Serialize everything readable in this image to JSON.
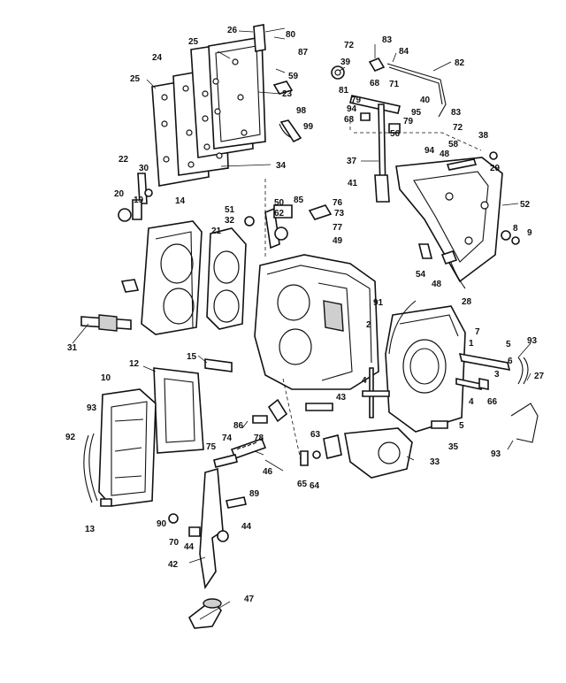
{
  "callouts": [
    {
      "id": "c26",
      "text": "26"
    },
    {
      "id": "c80",
      "text": "80"
    },
    {
      "id": "c25a",
      "text": "25"
    },
    {
      "id": "c87",
      "text": "87"
    },
    {
      "id": "c24",
      "text": "24"
    },
    {
      "id": "c59",
      "text": "59"
    },
    {
      "id": "c25b",
      "text": "25"
    },
    {
      "id": "c23",
      "text": "23"
    },
    {
      "id": "c98",
      "text": "98"
    },
    {
      "id": "c99",
      "text": "99"
    },
    {
      "id": "c72a",
      "text": "72"
    },
    {
      "id": "c83a",
      "text": "83"
    },
    {
      "id": "c84",
      "text": "84"
    },
    {
      "id": "c82",
      "text": "82"
    },
    {
      "id": "c39",
      "text": "39"
    },
    {
      "id": "c71",
      "text": "71"
    },
    {
      "id": "c68a",
      "text": "68"
    },
    {
      "id": "c81",
      "text": "81"
    },
    {
      "id": "c79a",
      "text": "79"
    },
    {
      "id": "c94a",
      "text": "94"
    },
    {
      "id": "c68b",
      "text": "68"
    },
    {
      "id": "c40",
      "text": "40"
    },
    {
      "id": "c95",
      "text": "95"
    },
    {
      "id": "c83b",
      "text": "83"
    },
    {
      "id": "c79b",
      "text": "79"
    },
    {
      "id": "c56",
      "text": "56"
    },
    {
      "id": "c72b",
      "text": "72"
    },
    {
      "id": "c94b",
      "text": "94"
    },
    {
      "id": "c38",
      "text": "38"
    },
    {
      "id": "c58",
      "text": "58"
    },
    {
      "id": "c48a",
      "text": "48"
    },
    {
      "id": "c29",
      "text": "29"
    },
    {
      "id": "c37",
      "text": "37"
    },
    {
      "id": "c22",
      "text": "22"
    },
    {
      "id": "c30",
      "text": "30"
    },
    {
      "id": "c34",
      "text": "34"
    },
    {
      "id": "c20",
      "text": "20"
    },
    {
      "id": "c19",
      "text": "19"
    },
    {
      "id": "c14",
      "text": "14"
    },
    {
      "id": "c41",
      "text": "41"
    },
    {
      "id": "c52",
      "text": "52"
    },
    {
      "id": "c85",
      "text": "85"
    },
    {
      "id": "c76",
      "text": "76"
    },
    {
      "id": "c51",
      "text": "51"
    },
    {
      "id": "c50",
      "text": "50"
    },
    {
      "id": "c62",
      "text": "62"
    },
    {
      "id": "c73",
      "text": "73"
    },
    {
      "id": "c32",
      "text": "32"
    },
    {
      "id": "c21",
      "text": "21"
    },
    {
      "id": "c77",
      "text": "77"
    },
    {
      "id": "c49",
      "text": "49"
    },
    {
      "id": "c8",
      "text": "8"
    },
    {
      "id": "c9",
      "text": "9"
    },
    {
      "id": "c54",
      "text": "54"
    },
    {
      "id": "c48b",
      "text": "48"
    },
    {
      "id": "c28",
      "text": "28"
    },
    {
      "id": "c91",
      "text": "91"
    },
    {
      "id": "c31",
      "text": "31"
    },
    {
      "id": "c2",
      "text": "2"
    },
    {
      "id": "c7",
      "text": "7"
    },
    {
      "id": "c1",
      "text": "1"
    },
    {
      "id": "c5a",
      "text": "5"
    },
    {
      "id": "c93a",
      "text": "93"
    },
    {
      "id": "c6",
      "text": "6"
    },
    {
      "id": "c15",
      "text": "15"
    },
    {
      "id": "c12",
      "text": "12"
    },
    {
      "id": "c3",
      "text": "3"
    },
    {
      "id": "c10",
      "text": "10"
    },
    {
      "id": "c4a",
      "text": "4"
    },
    {
      "id": "c4b",
      "text": "4"
    },
    {
      "id": "c66",
      "text": "66"
    },
    {
      "id": "c27",
      "text": "27"
    },
    {
      "id": "c43",
      "text": "43"
    },
    {
      "id": "c93b",
      "text": "93"
    },
    {
      "id": "c86",
      "text": "86"
    },
    {
      "id": "c92",
      "text": "92"
    },
    {
      "id": "c5b",
      "text": "5"
    },
    {
      "id": "c78",
      "text": "78"
    },
    {
      "id": "c63",
      "text": "63"
    },
    {
      "id": "c35",
      "text": "35"
    },
    {
      "id": "c75",
      "text": "75"
    },
    {
      "id": "c74",
      "text": "74"
    },
    {
      "id": "c93c",
      "text": "93"
    },
    {
      "id": "c46",
      "text": "46"
    },
    {
      "id": "c33",
      "text": "33"
    },
    {
      "id": "c65",
      "text": "65"
    },
    {
      "id": "c64",
      "text": "64"
    },
    {
      "id": "c13",
      "text": "13"
    },
    {
      "id": "c89",
      "text": "89"
    },
    {
      "id": "c90",
      "text": "90"
    },
    {
      "id": "c44a",
      "text": "44"
    },
    {
      "id": "c70",
      "text": "70"
    },
    {
      "id": "c44b",
      "text": "44"
    },
    {
      "id": "c42",
      "text": "42"
    },
    {
      "id": "c47",
      "text": "47"
    }
  ]
}
